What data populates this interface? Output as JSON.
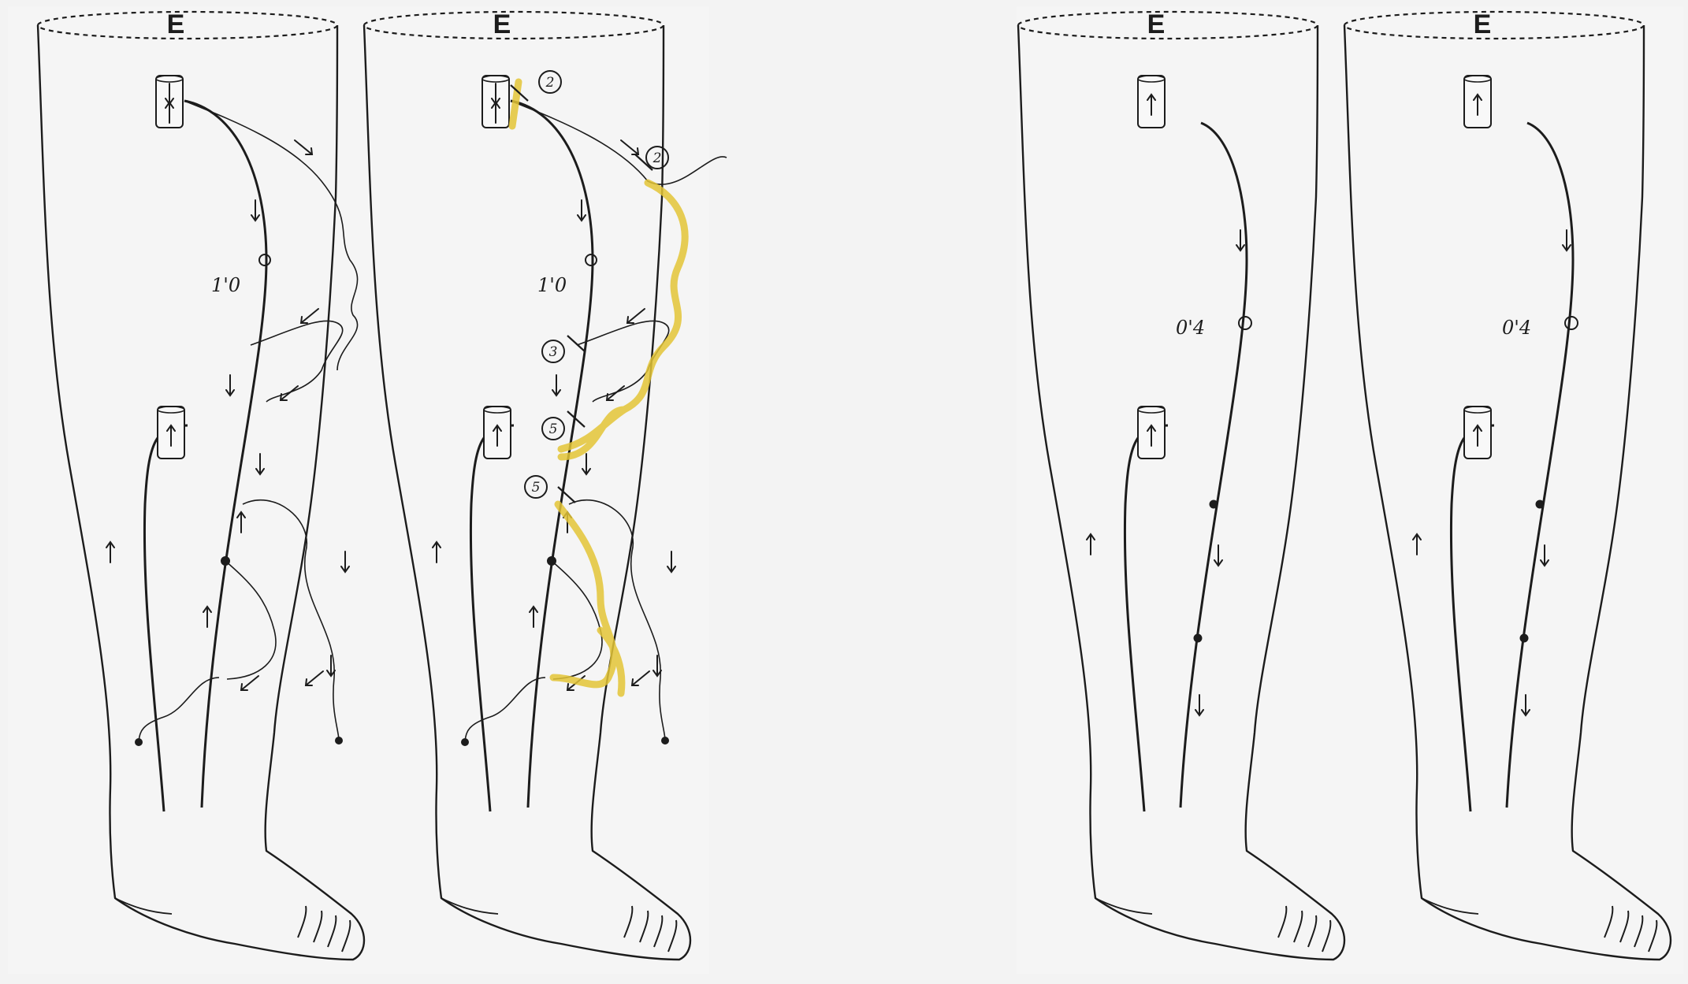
{
  "colors": {
    "background": "#f3f3f3",
    "paper": "#f4f4f4",
    "ink": "#1c1c1c",
    "highlight": "#e3c436"
  },
  "legs": [
    {
      "label": "E",
      "measure": "1'0",
      "circled_numbers": []
    },
    {
      "label": "E",
      "measure": "1'0",
      "circled_numbers": [
        "2",
        "2",
        "3",
        "5",
        "5"
      ]
    },
    {
      "label": "E",
      "measure": "0'4",
      "circled_numbers": []
    },
    {
      "label": "E",
      "measure": "0'4",
      "circled_numbers": []
    }
  ]
}
